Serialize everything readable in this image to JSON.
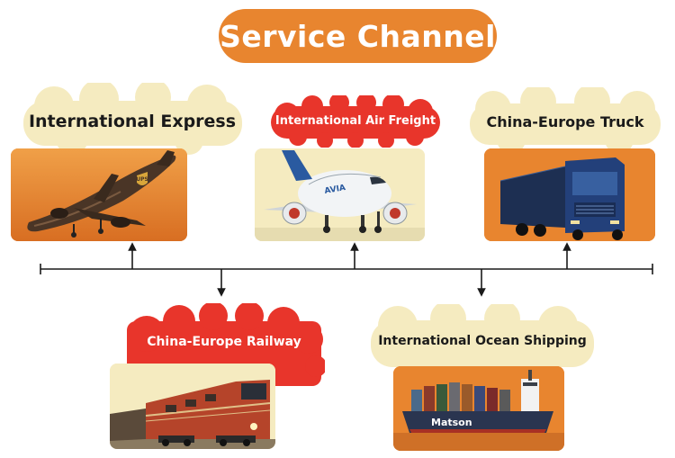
{
  "title": "Service Channel",
  "channels": [
    {
      "label": "International Express"
    },
    {
      "label": "International Air Freight"
    },
    {
      "label": "China-Europe Truck"
    },
    {
      "label": "China-Europe Railway"
    },
    {
      "label": "International Ocean Shipping"
    }
  ],
  "images": {
    "plane_livery": "UPS",
    "airfreight_livery": "AVIA",
    "ship_brand": "Matson"
  },
  "colors": {
    "orange": "#e8852f",
    "cream": "#f5ebc0",
    "red": "#e8352b",
    "white": "#ffffff",
    "black": "#1a1a1a"
  }
}
